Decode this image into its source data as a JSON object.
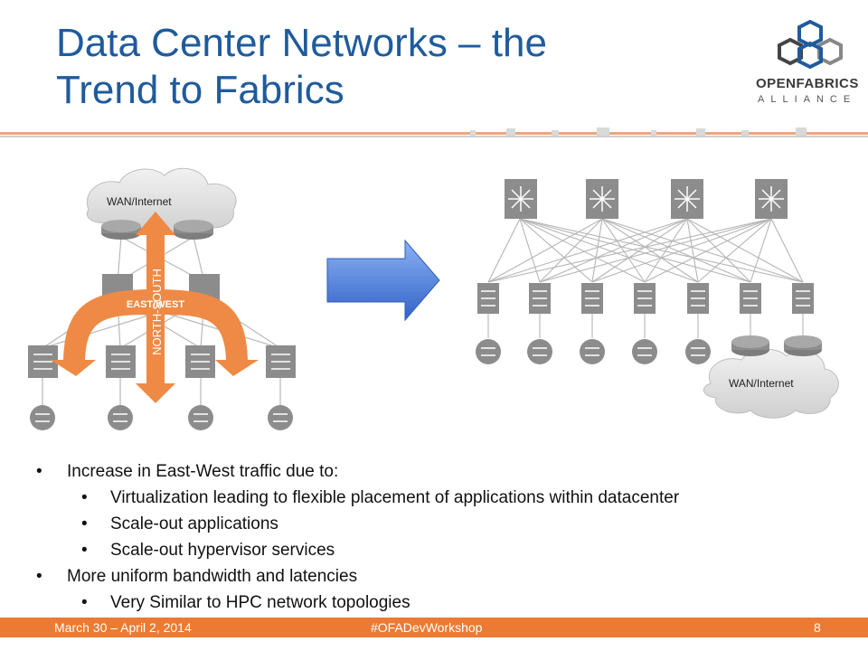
{
  "slide": {
    "title_line1": "Data Center Networks – the",
    "title_line2": "Trend to Fabrics"
  },
  "logo": {
    "line1": "OPENFABRICS",
    "line2": "ALLIANCE"
  },
  "diagram_left": {
    "cloud_label": "WAN/Internet",
    "vertical_label": "NORTH-SOUTH",
    "horizontal_label": "EAST/WEST"
  },
  "diagram_right": {
    "cloud_label": "WAN/Internet"
  },
  "bullets": [
    {
      "level": 1,
      "text": "Increase in East-West traffic due to:"
    },
    {
      "level": 2,
      "text": "Virtualization leading to flexible placement of applications within datacenter"
    },
    {
      "level": 2,
      "text": "Scale-out applications"
    },
    {
      "level": 2,
      "text": "Scale-out hypervisor services"
    },
    {
      "level": 1,
      "text": "More uniform bandwidth and latencies"
    },
    {
      "level": 2,
      "text": "Very Similar to HPC network topologies"
    }
  ],
  "footer": {
    "date": "March 30 – April 2, 2014",
    "hashtag": "#OFADevWorkshop",
    "page": "8"
  },
  "colors": {
    "title": "#1f5b9c",
    "accent_orange": "#ec7a33",
    "arrow_blue": "#3f73d6",
    "device_gray": "#8c8c8c"
  }
}
